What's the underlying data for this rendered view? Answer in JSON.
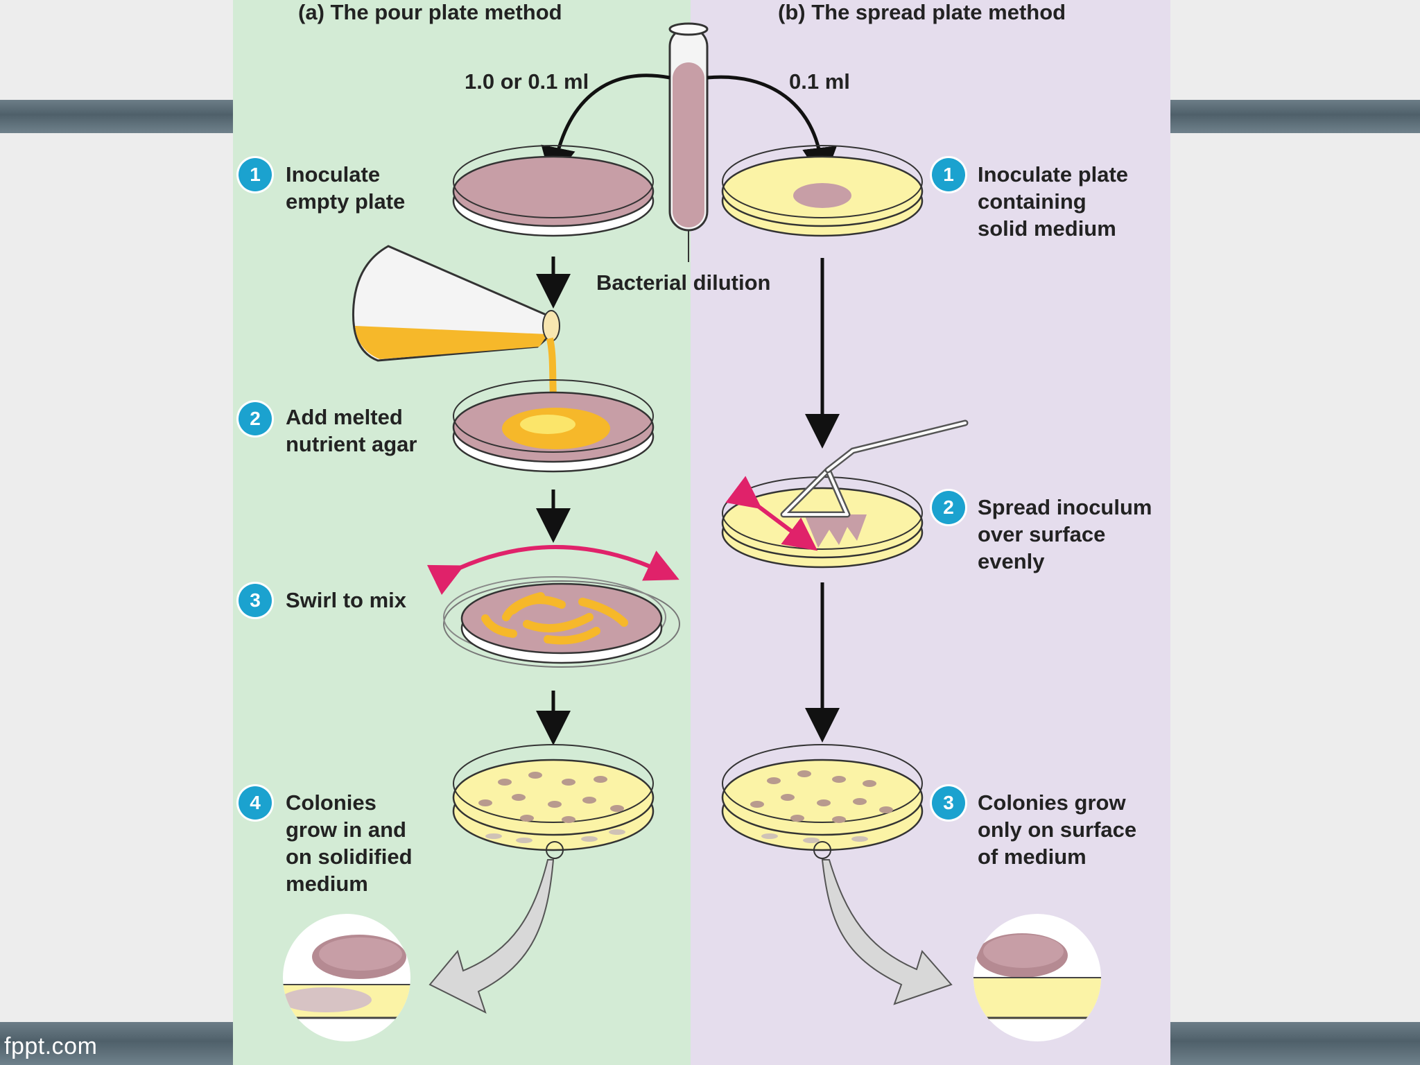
{
  "slide": {
    "brand": "fppt.com"
  },
  "diagram": {
    "left_title": "(a) The pour plate method",
    "right_title": "(b) The spread plate method",
    "left_volume": "1.0 or 0.1 ml",
    "right_volume": "0.1 ml",
    "tube_label": "Bacterial dilution",
    "pour_steps": [
      {
        "num": "1",
        "text": "Inoculate\nempty plate"
      },
      {
        "num": "2",
        "text": "Add melted\nnutrient agar"
      },
      {
        "num": "3",
        "text": "Swirl to mix"
      },
      {
        "num": "4",
        "text": "Colonies\ngrow in and\non solidified\nmedium"
      }
    ],
    "spread_steps": [
      {
        "num": "1",
        "text": "Inoculate plate\ncontaining\nsolid medium"
      },
      {
        "num": "2",
        "text": "Spread inoculum\nover surface\nevenly"
      },
      {
        "num": "3",
        "text": "Colonies grow\nonly on surface\nof medium"
      }
    ]
  },
  "colors": {
    "pour_panel": "#d3ebd5",
    "spread_panel": "#e5dded",
    "step_badge": "#1ba2cf",
    "agar": "#fbf3a6",
    "inoculum": "#c79ea6",
    "melted_agar": "#f6b82a",
    "swirl_arrow": "#e0226a"
  }
}
